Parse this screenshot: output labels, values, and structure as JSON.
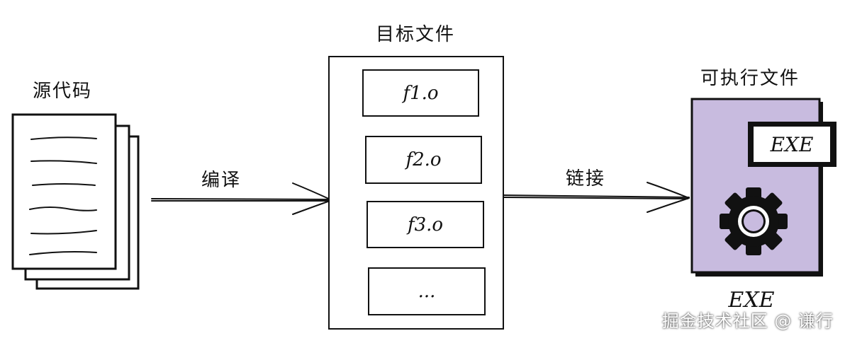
{
  "source": {
    "label": "源代码"
  },
  "compile": {
    "label": "编译"
  },
  "object_files": {
    "title": "目标文件",
    "items": [
      "f1.o",
      "f2.o",
      "f3.o",
      "..."
    ]
  },
  "link": {
    "label": "链接"
  },
  "executable": {
    "title": "可执行文件",
    "badge": "EXE",
    "caption": "EXE"
  },
  "watermark": "掘金技术社区 @ 谦行",
  "colors": {
    "exe_fill": "#c8bbdf",
    "stroke": "#111111"
  }
}
